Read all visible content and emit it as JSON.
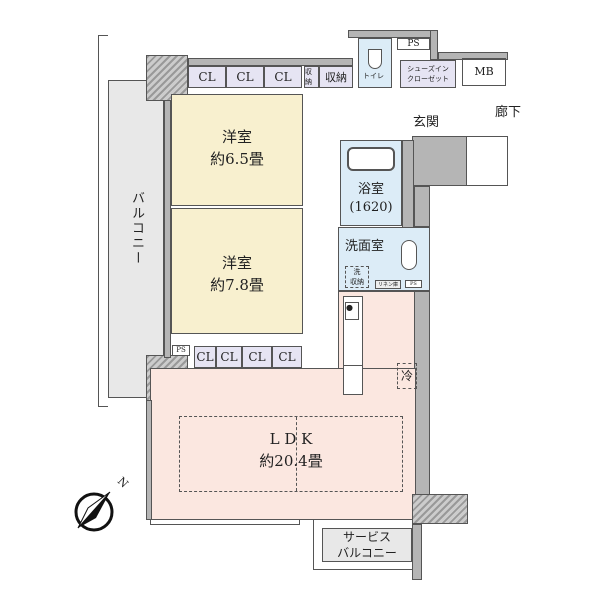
{
  "rooms": {
    "western1": {
      "name": "洋室",
      "size": "約6.5畳"
    },
    "western2": {
      "name": "洋室",
      "size": "約7.8畳"
    },
    "ldk": {
      "name": "L D K",
      "size": "約20.4畳"
    },
    "bath": {
      "name": "浴室",
      "size": "(1620)"
    },
    "washroom": {
      "name": "洗面室"
    },
    "entrance": {
      "name": "玄関"
    },
    "hallway": {
      "name": "廊下"
    },
    "balcony": {
      "name": "バルコニー"
    },
    "service_balcony": {
      "line1": "サービス",
      "line2": "バルコニー"
    }
  },
  "storage": {
    "cl": "CL",
    "storage_small": "収納",
    "storage": "収納",
    "toilet": "トイレ",
    "shoes_closet": {
      "line1": "シューズイン",
      "line2": "クローゼット"
    },
    "mb": "MB",
    "ps": "PS",
    "wash_storage": {
      "line1": "洗",
      "line2": "収納"
    },
    "linen": "リネン庫",
    "fridge": "冷"
  },
  "compass": {
    "label": "N"
  },
  "colors": {
    "bedroom": "#f8f0cf",
    "ldk": "#fbe7e0",
    "wet": "#dcecf7",
    "closet": "#e6e4f3",
    "wall": "#b5b5b5"
  }
}
